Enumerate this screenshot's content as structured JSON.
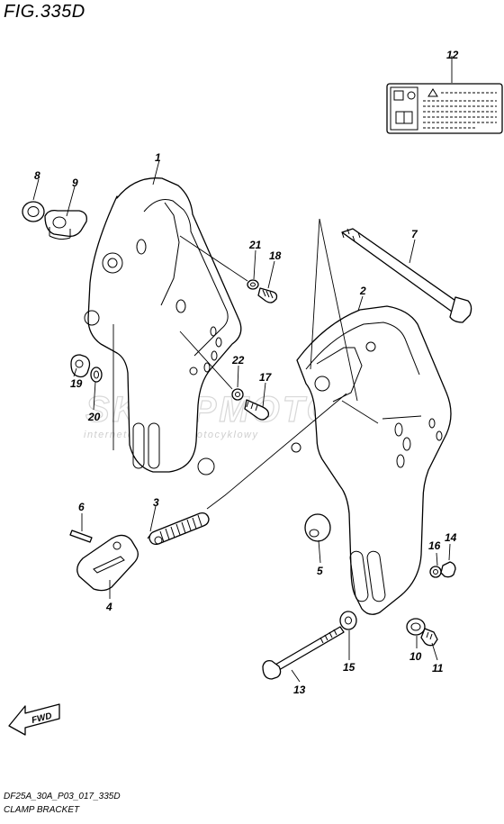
{
  "figure": {
    "title": "FIG.335D",
    "code": "DF25A_30A_P03_017_335D",
    "name": "CLAMP BRACKET"
  },
  "watermark": {
    "main": "SKLEPMOTO24.PL",
    "sub": "internetowy sklep motocyklowy"
  },
  "direction_label": "FWD",
  "callouts": {
    "p1": "1",
    "p2": "2",
    "p3": "3",
    "p4": "4",
    "p5": "5",
    "p6": "6",
    "p7": "7",
    "p8": "8",
    "p9": "9",
    "p10": "10",
    "p11": "11",
    "p12": "12",
    "p13": "13",
    "p14": "14",
    "p15": "15",
    "p16": "16",
    "p17": "17",
    "p18": "18",
    "p19": "19",
    "p20": "20",
    "p21": "21",
    "p22": "22"
  }
}
